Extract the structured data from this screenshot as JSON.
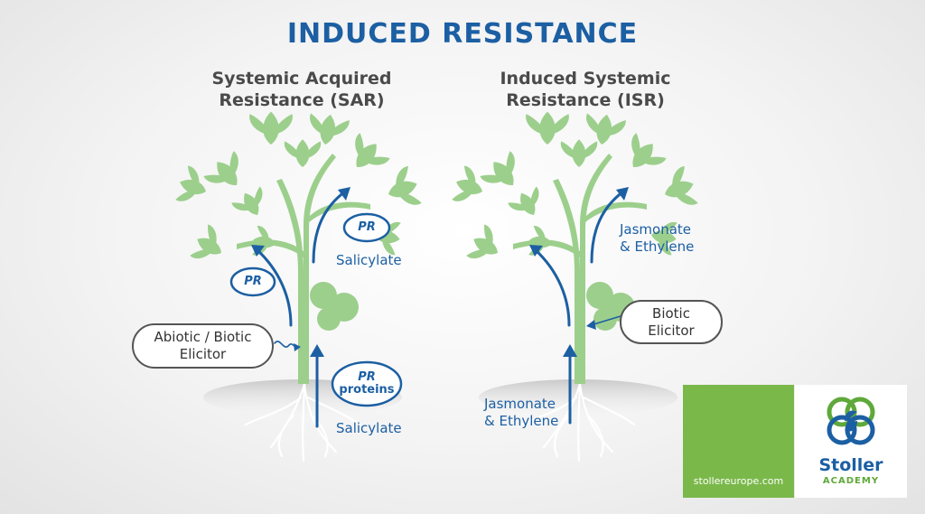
{
  "title": "INDUCED RESISTANCE",
  "sar": {
    "heading_line1": "Systemic Acquired",
    "heading_line2": "Resistance (SAR)",
    "elicitor_line1": "Abiotic / Biotic",
    "elicitor_line2": "Elicitor",
    "pr_upper": "PR",
    "pr_left": "PR",
    "pr_proteins_line1": "PR",
    "pr_proteins_line2": "proteins",
    "salicylate_upper": "Salicylate",
    "salicylate_lower": "Salicylate"
  },
  "isr": {
    "heading_line1": "Induced Systemic",
    "heading_line2": "Resistance (ISR)",
    "elicitor_line1": "Biotic",
    "elicitor_line2": "Elicitor",
    "upper_signal_line1": "Jasmonate",
    "upper_signal_line2": "& Ethylene",
    "lower_signal_line1": "Jasmonate",
    "lower_signal_line2": "& Ethylene"
  },
  "footer": {
    "website": "stollereurope.com",
    "brand": "Stoller",
    "brand_sub": "ACADEMY"
  },
  "colors": {
    "blue": "#1c5fa3",
    "leaf_green": "#9ccf8c",
    "brand_green": "#7ab84a"
  }
}
